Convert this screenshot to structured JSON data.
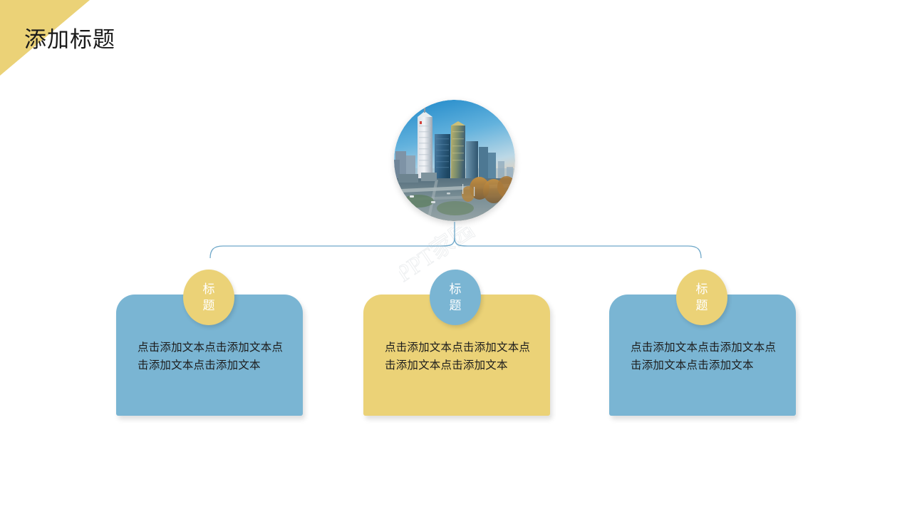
{
  "slide": {
    "title": "添加标题",
    "background_color": "#FFFFFF"
  },
  "theme": {
    "yellow": "#EBD277",
    "blue": "#7AB5D3",
    "line_blue": "#6FA8C9",
    "text_dark": "#1C1C1C",
    "badge_text": "#FFFFFF"
  },
  "decoration": {
    "corner_band_name": "yellow-diagonal-band",
    "corner_band_color": "#EBD277"
  },
  "hero": {
    "name": "city-skyline-photo",
    "alt": "城市高楼日落风景"
  },
  "watermark": {
    "text": "PPT家园"
  },
  "cards": [
    {
      "badge_label": "标题",
      "badge_color": "#EBD277",
      "card_color": "#7AB5D3",
      "body": "点击添加文本点击添加文本点击添加文本点击添加文本"
    },
    {
      "badge_label": "标题",
      "badge_color": "#7AB5D3",
      "card_color": "#EBD277",
      "body": "点击添加文本点击添加文本点击添加文本点击添加文本"
    },
    {
      "badge_label": "标题",
      "badge_color": "#EBD277",
      "card_color": "#7AB5D3",
      "body": "点击添加文本点击添加文本点击添加文本点击添加文本"
    }
  ]
}
